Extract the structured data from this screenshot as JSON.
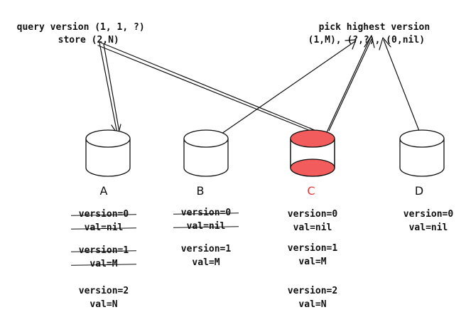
{
  "notes": {
    "query_line1": "query version (1, 1, ?)",
    "query_line2": "store (2,N)",
    "pick_line1": "pick highest version",
    "pick_line2": "(1,M), (?,?), (0,nil)"
  },
  "nodes": [
    {
      "label": "A",
      "highlighted": false
    },
    {
      "label": "B",
      "highlighted": false
    },
    {
      "label": "C",
      "highlighted": true
    },
    {
      "label": "D",
      "highlighted": false
    }
  ],
  "versions": {
    "A": [
      {
        "version": "version=0",
        "val": "val=nil",
        "struck": true
      },
      {
        "version": "version=1",
        "val": "val=M",
        "struck": true
      },
      {
        "version": "version=2",
        "val": "val=N",
        "struck": false
      }
    ],
    "B": [
      {
        "version": "version=0",
        "val": "val=nil",
        "struck": true
      },
      {
        "version": "version=1",
        "val": "val=M",
        "struck": false
      }
    ],
    "C": [
      {
        "version": "version=0",
        "val": "val=nil",
        "struck": false
      },
      {
        "version": "version=1",
        "val": "val=M",
        "struck": false
      },
      {
        "version": "version=2",
        "val": "val=N",
        "struck": false
      }
    ],
    "D": [
      {
        "version": "version=0",
        "val": "val=nil",
        "struck": false
      }
    ]
  },
  "colors": {
    "highlight": "#f25c5c",
    "ink": "#111111"
  }
}
